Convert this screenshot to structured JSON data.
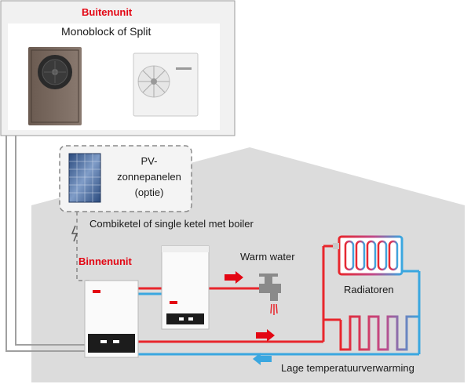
{
  "outdoor": {
    "title": "Buitenunit",
    "subtitle": "Monoblock of Split"
  },
  "pv": {
    "line1": "PV-",
    "line2": "zonnepanelen",
    "line3": "(optie)"
  },
  "indoor": {
    "boiler_label": "Combiketel of single ketel met boiler",
    "unit_label": "Binnenunit",
    "warm_water": "Warm water",
    "radiators": "Radiatoren",
    "floor_heating": "Lage temperatuurverwarming"
  },
  "colors": {
    "accent": "#e30613",
    "supply": "#e8262c",
    "return": "#3aa7e0",
    "house": "#dcdcdc"
  }
}
